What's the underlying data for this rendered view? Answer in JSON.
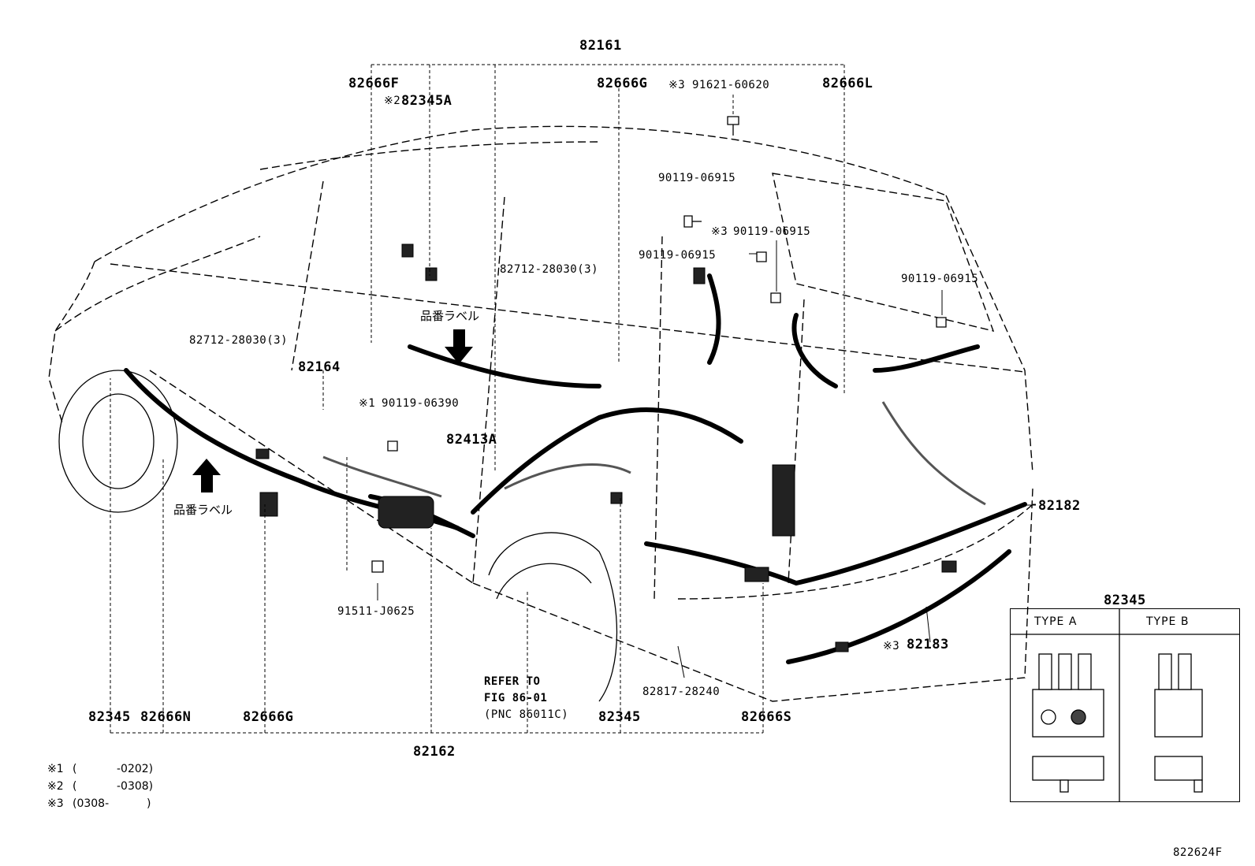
{
  "diagram": {
    "parts": {
      "p82161": "82161",
      "p82666F": "82666F",
      "p82345A": "82345A",
      "p82345A_mark": "※2",
      "p82666G_top": "82666G",
      "p91621": "91621-60620",
      "p91621_mark": "※3",
      "p82666L": "82666L",
      "p90119_06915_a": "90119-06915",
      "p90119_06915_b": "90119-06915",
      "p90119_06915_b_mark": "※3",
      "p90119_06915_c": "90119-06915",
      "p90119_06915_d": "90119-06915",
      "p82712_a": "82712-28030(3)",
      "p82712_b": "82712-28030(3)",
      "p82164": "82164",
      "p90119_06390": "90119-06390",
      "p90119_06390_mark": "※1",
      "p82413A": "82413A",
      "p82182": "82182",
      "p91511": "91511-J0625",
      "p82183": "82183",
      "p82183_mark": "※3",
      "p82817": "82817-28240",
      "refer_line1": "REFER TO",
      "refer_line2": "FIG 86-01",
      "refer_line3": "(PNC 86011C)",
      "b82345_left": "82345",
      "b82666N": "82666N",
      "b82666G": "82666G",
      "b82345_mid": "82345",
      "b82666S": "82666S",
      "p82162": "82162"
    },
    "labels": {
      "part_label_jp_top": "品番ラベル",
      "part_label_jp_bottom": "品番ラベル"
    },
    "notes": [
      {
        "mark": "※1",
        "open": "(",
        "range": "-0202)"
      },
      {
        "mark": "※2",
        "open": "(",
        "range": "-0308)"
      },
      {
        "mark": "※3",
        "open": "(0308-",
        "range": ")"
      }
    ],
    "type_table": {
      "title": "82345",
      "type_a": "TYPE A",
      "type_b": "TYPE B"
    },
    "figure_id": "822624F"
  }
}
